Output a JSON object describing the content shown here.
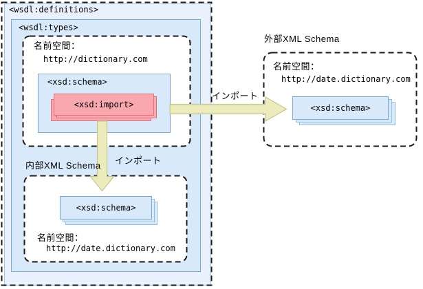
{
  "colors": {
    "panel_fill": "#e9f2fc",
    "types_fill": "#d8e9f9",
    "schema_fill": "#d8e9f9",
    "blue_border": "#79a9d9",
    "panel_border": "#a6c8e8",
    "schema_back_border": "#93c0ea",
    "import_fill": "#f9a8ae",
    "import_border": "#e2707c",
    "arrow_fill": "#ebebbc",
    "arrow_border": "#c5c591",
    "dash_color": "#1a1a1a"
  },
  "wsdl": {
    "definitions_label": "<wsdl:definitions>",
    "types_label": "<wsdl:types>"
  },
  "main_namespace": {
    "title": "名前空間：",
    "url": "http://dictionary.com"
  },
  "main_schema": {
    "label": "<xsd:schema>"
  },
  "xsd_import": {
    "label": "<xsd:import>"
  },
  "arrows": {
    "to_external_label": "インポート",
    "to_internal_label": "インポート"
  },
  "internal_schema": {
    "title": "内部XML Schema",
    "schema_label": "<xsd:schema>",
    "namespace_title": "名前空間：",
    "namespace_url": "http://date.dictionary.com"
  },
  "external_schema": {
    "title": "外部XML Schema",
    "namespace_title": "名前空間：",
    "namespace_url": "http://date.dictionary.com",
    "schema_label": "<xsd:schema>"
  }
}
